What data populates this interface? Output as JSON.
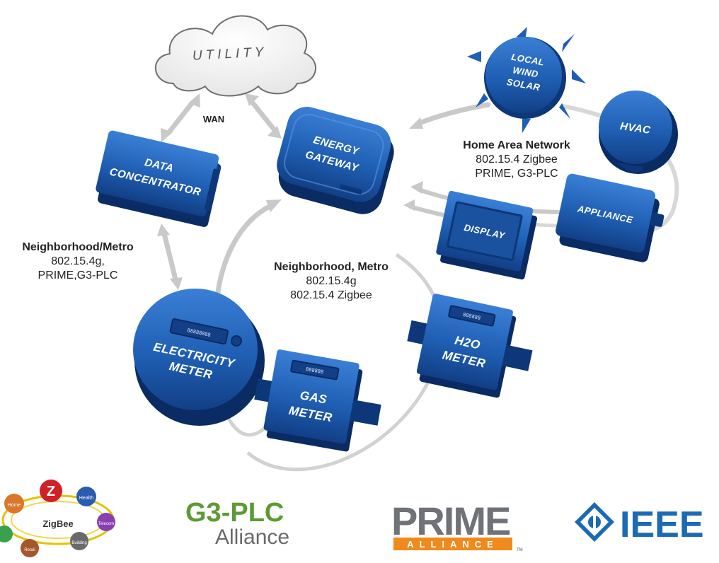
{
  "cloud": {
    "label": "UTILITY"
  },
  "wan": {
    "label": "WAN"
  },
  "devices": {
    "data_concentrator": [
      "DATA",
      "CONCENTRATOR"
    ],
    "energy_gateway": [
      "ENERGY",
      "GATEWAY"
    ],
    "local_wind_solar": [
      "LOCAL",
      "WIND",
      "SOLAR"
    ],
    "hvac": [
      "HVAC"
    ],
    "appliance": [
      "APPLIANCE"
    ],
    "display": [
      "DISPLAY"
    ],
    "electricity_meter": [
      "ELECTRICITY",
      "METER"
    ],
    "gas_meter": [
      "GAS",
      "METER"
    ],
    "h2o_meter": [
      "H2O",
      "METER"
    ]
  },
  "meter_readouts": {
    "electricity": "88888888",
    "gas": "888888",
    "h2o": "888888"
  },
  "labels": {
    "nan": {
      "title": "Neighborhood/Metro",
      "lines": [
        "802.15.4g,",
        "PRIME,G3-PLC"
      ]
    },
    "metro": {
      "title": "Neighborhood, Metro",
      "lines": [
        "802.15.4g",
        "802.15.4 Zigbee"
      ]
    },
    "han": {
      "title": "Home Area Network",
      "lines": [
        "802.15.4 Zigbee",
        "PRIME, G3-PLC"
      ]
    }
  },
  "logos": {
    "zigbee": {
      "text": "ZigBee",
      "sub_labels": [
        "Home",
        "Health",
        "Telecom",
        "Building",
        "Retail"
      ]
    },
    "g3plc": {
      "line1": "G3-PLC",
      "line2": "Alliance"
    },
    "prime": {
      "line1": "PRIME",
      "line2": "ALLIANCE",
      "tm": "TM"
    },
    "ieee": {
      "text": "IEEE"
    }
  },
  "colors": {
    "device_blue": "#1f5fb3",
    "device_dark": "#0d3778",
    "ring_grey": "#d4d4d4",
    "g3_green": "#5c9a35",
    "prime_orange": "#f08a1c",
    "ieee_blue": "#1c6ab4"
  }
}
